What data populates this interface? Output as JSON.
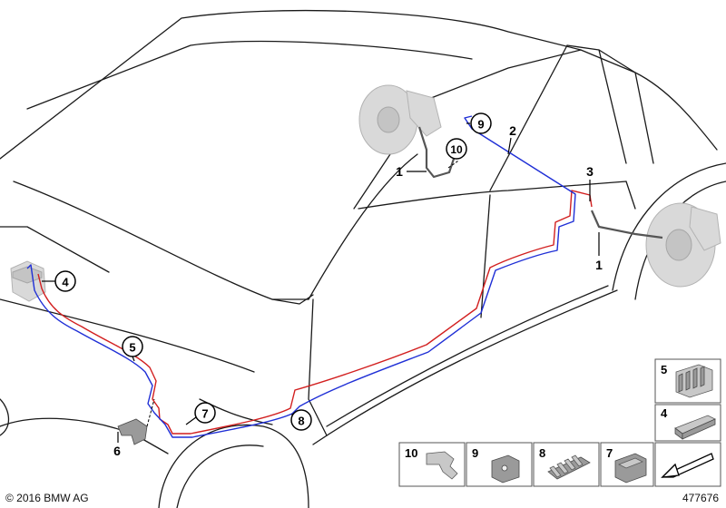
{
  "callouts": {
    "c1_top": "1",
    "c1_right": "1",
    "c2": "2",
    "c3": "3",
    "c4": "4",
    "c5": "5",
    "c6": "6",
    "c7": "7",
    "c8": "8",
    "c9": "9",
    "c10": "10"
  },
  "parts_legend": [
    {
      "number": "5",
      "icon": "fastening-clip-double"
    },
    {
      "number": "4",
      "icon": "fastening-clip-single"
    },
    {
      "number": "10",
      "icon": "bracket"
    },
    {
      "number": "9",
      "icon": "pipe-clip"
    },
    {
      "number": "8",
      "icon": "multi-pipe-holder"
    },
    {
      "number": "7",
      "icon": "pipe-holder"
    },
    {
      "number": "",
      "icon": "arrow-indicator"
    }
  ],
  "footer": {
    "copyright": "© 2016 BMW AG",
    "diagram_id": "477676"
  },
  "colors": {
    "pipe_red": "#d21f1f",
    "pipe_blue": "#1f2fd6",
    "outline": "#1a1a1a"
  }
}
